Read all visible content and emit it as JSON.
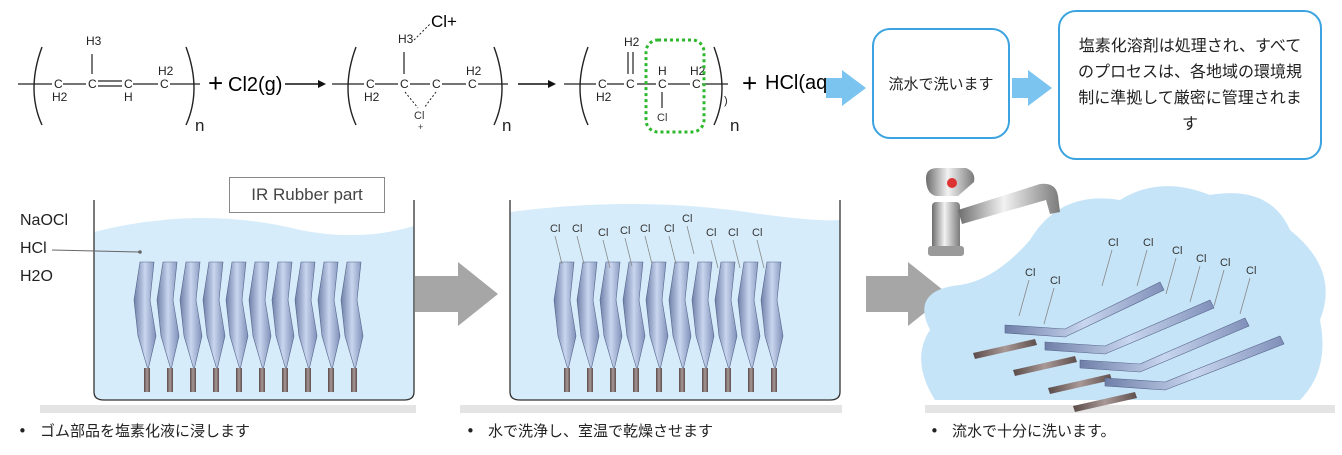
{
  "reaction": {
    "ch3": "H3",
    "c1": "C",
    "c2": "C",
    "c3": "C",
    "c4": "C",
    "h2a": "H2",
    "h2b": "H2",
    "h": "H",
    "n": "n",
    "plus1": "+",
    "cl2": "Cl2(g)",
    "cl_plus": "Cl+",
    "cl_mid": "Cl",
    "plus_small": "+",
    "h2_top": "H2",
    "cl_prod": "Cl",
    "plus2": "+",
    "hcl": "HCl(aq",
    "paren_small": ")"
  },
  "process": {
    "box1": "流水で洗います",
    "box2": "塩素化溶剤は処理され、すべてのプロセスは、各地域の環境規制に準拠して厳密に管理されます"
  },
  "stage1": {
    "chem1": "NaOCl",
    "chem2": "HCl",
    "chem3": "H2O",
    "label": "IR Rubber part",
    "caption": "ゴム部品を塩素化液に浸します"
  },
  "stage2": {
    "cl": "Cl",
    "caption": "水で洗浄し、室温で乾燥させます"
  },
  "stage3": {
    "cl": "Cl",
    "caption": "流水で十分に洗います。"
  },
  "bullet": "•",
  "colors": {
    "water": "#d6ecfa",
    "water_dark": "#bfe0f7",
    "arrow_blue": "#7cc4f0",
    "arrow_gray": "#a6a6a6",
    "box_border": "#3aa3e0",
    "dotted_green": "#2eb82e",
    "part": "#8fa3c8"
  }
}
